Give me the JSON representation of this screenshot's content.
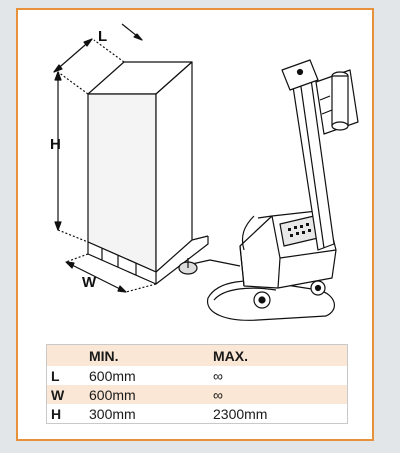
{
  "diagram": {
    "labels": {
      "length": "L",
      "height": "H",
      "width": "W"
    }
  },
  "table": {
    "headers": [
      "",
      "MIN.",
      "MAX."
    ],
    "rows": [
      {
        "dim": "L",
        "min": "600mm",
        "max": "∞"
      },
      {
        "dim": "W",
        "min": "600mm",
        "max": "∞"
      },
      {
        "dim": "H",
        "min": "300mm",
        "max": "2300mm"
      }
    ]
  },
  "colors": {
    "accent_border": "#e8913b",
    "table_shade": "#fbe7d5",
    "background": "#e3e6e9"
  }
}
